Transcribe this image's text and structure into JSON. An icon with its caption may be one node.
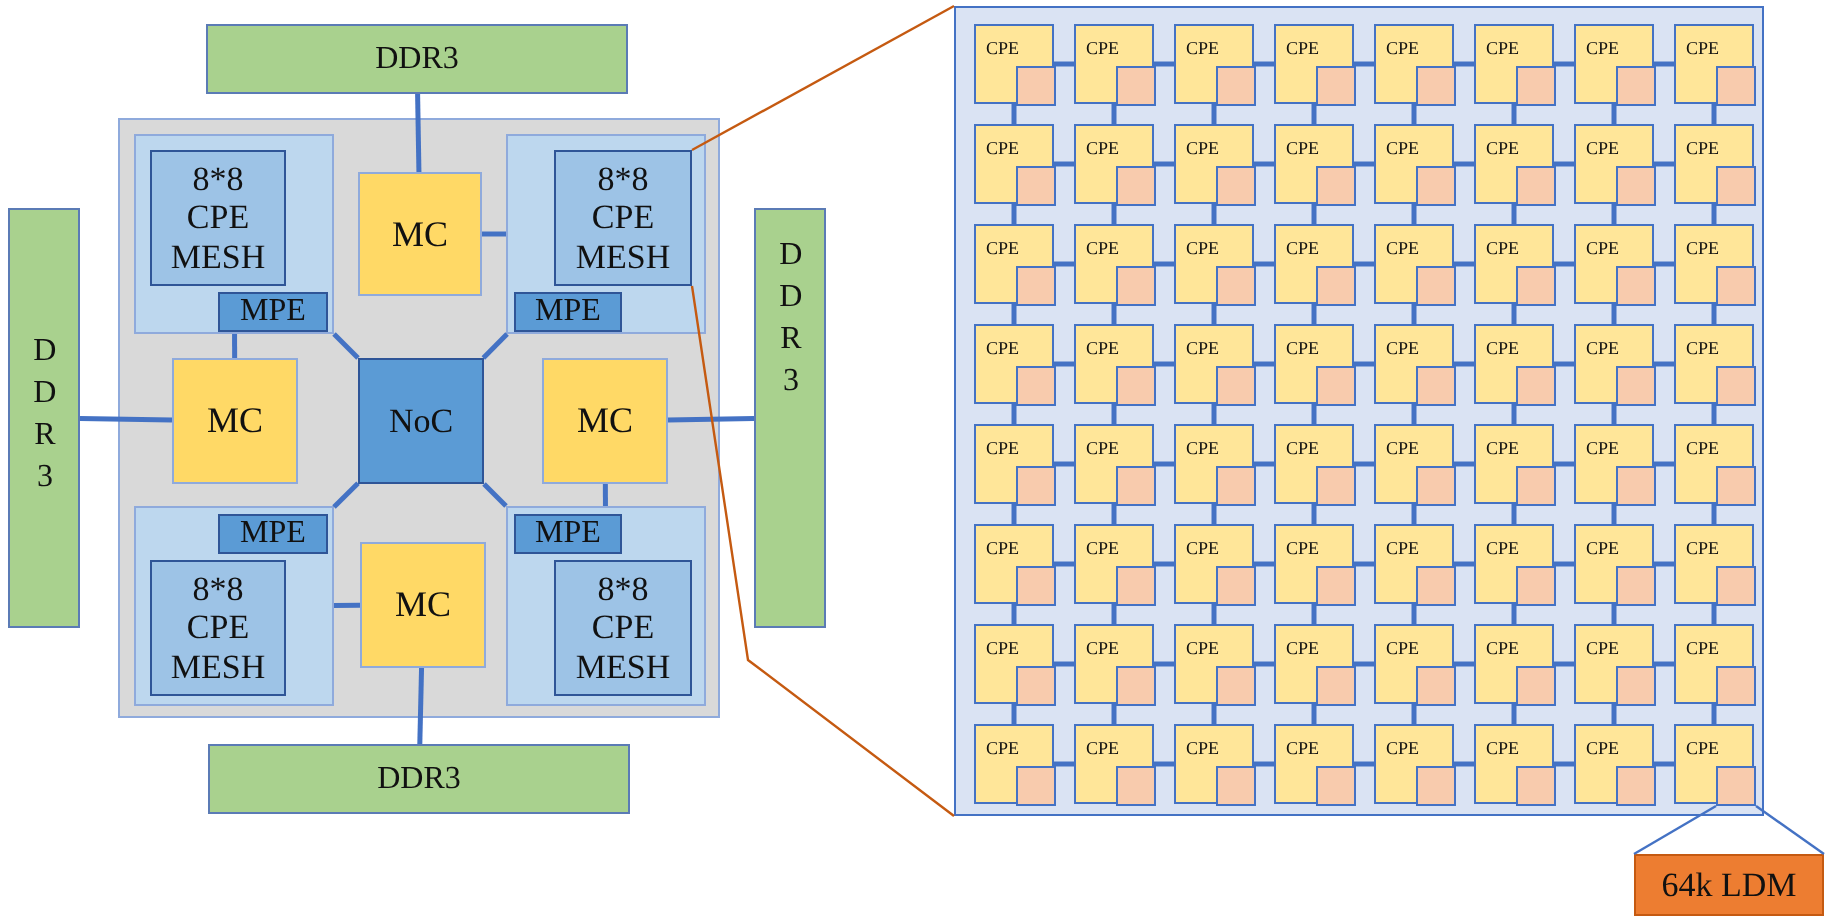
{
  "diagram": {
    "nodes": [
      {
        "text": [
          "DDR3"
        ]
      },
      {
        "text": [],
        "shape": "box"
      },
      {
        "text": [],
        "shape": "box",
        "in": 1
      },
      {
        "text": [
          "8*8 CPE MESH"
        ],
        "in": 2
      },
      {
        "text": [
          "MPE"
        ],
        "in": 2
      },
      {
        "text": [
          "MC"
        ],
        "in": 1
      },
      {
        "text": [],
        "shape": "box",
        "in": 1
      },
      {
        "text": [
          "8*8 CPE MESH"
        ],
        "in": 6
      },
      {
        "text": [
          "MPE"
        ],
        "in": 6
      },
      {
        "text": [
          "MC"
        ],
        "in": 1
      },
      {
        "text": [
          "NoC"
        ],
        "in": 1
      },
      {
        "text": [
          "MC"
        ],
        "in": 1
      },
      {
        "text": [],
        "shape": "box",
        "in": 1
      },
      {
        "text": [
          "MPE"
        ],
        "in": 12
      },
      {
        "text": [
          "8*8 CPE MESH"
        ],
        "in": 12
      },
      {
        "text": [
          "MC"
        ],
        "in": 1
      },
      {
        "text": [],
        "shape": "box",
        "in": 1
      },
      {
        "text": [
          "MPE"
        ],
        "in": 16
      },
      {
        "text": [
          "8*8 CPE MESH"
        ],
        "in": 16
      },
      {
        "text": [
          "DDR3"
        ]
      },
      {
        "text": [
          "DDR3"
        ]
      },
      {
        "text": [
          "DDR3"
        ]
      },
      {
        "text": [],
        "shape": "box"
      },
      {
        "text": [
          "CPE"
        ],
        "in": 22
      },
      {
        "text": [],
        "shape": "box",
        "in": 23
      },
      {
        "text": [
          "CPE"
        ],
        "in": 22
      },
      {
        "text": [],
        "shape": "box",
        "in": 25
      },
      {
        "text": [
          "CPE"
        ],
        "in": 22
      },
      {
        "text": [],
        "shape": "box",
        "in": 27
      },
      {
        "text": [
          "CPE"
        ],
        "in": 22
      },
      {
        "text": [],
        "shape": "box",
        "in": 29
      },
      {
        "text": [
          "CPE"
        ],
        "in": 22
      },
      {
        "text": [],
        "shape": "box",
        "in": 31
      },
      {
        "text": [
          "CPE"
        ],
        "in": 22
      },
      {
        "text": [],
        "shape": "box",
        "in": 33
      },
      {
        "text": [
          "CPE"
        ],
        "in": 22
      },
      {
        "text": [],
        "shape": "box",
        "in": 35
      },
      {
        "text": [
          "CPE"
        ],
        "in": 22
      },
      {
        "text": [],
        "shape": "box",
        "in": 37
      },
      {
        "text": [
          "CPE"
        ],
        "in": 22
      },
      {
        "text": [],
        "shape": "box",
        "in": 39
      },
      {
        "text": [
          "CPE"
        ],
        "in": 22
      },
      {
        "text": [],
        "shape": "box",
        "in": 41
      },
      {
        "text": [
          "CPE"
        ],
        "in": 22
      },
      {
        "text": [],
        "shape": "box",
        "in": 43
      },
      {
        "text": [
          "CPE"
        ],
        "in": 22
      },
      {
        "text": [],
        "shape": "box",
        "in": 45
      },
      {
        "text": [
          "CPE"
        ],
        "in": 22
      },
      {
        "text": [],
        "shape": "box",
        "in": 47
      },
      {
        "text": [
          "CPE"
        ],
        "in": 22
      },
      {
        "text": [],
        "shape": "box",
        "in": 49
      },
      {
        "text": [
          "CPE"
        ],
        "in": 22
      },
      {
        "text": [],
        "shape": "box",
        "in": 51
      },
      {
        "text": [
          "CPE"
        ],
        "in": 22
      },
      {
        "text": [],
        "shape": "box",
        "in": 53
      },
      {
        "text": [
          "CPE"
        ],
        "in": 22
      },
      {
        "text": [],
        "shape": "box",
        "in": 55
      },
      {
        "text": [
          "CPE"
        ],
        "in": 22
      },
      {
        "text": [],
        "shape": "box",
        "in": 57
      },
      {
        "text": [
          "CPE"
        ],
        "in": 22
      },
      {
        "text": [],
        "shape": "box",
        "in": 59
      },
      {
        "text": [
          "CPE"
        ],
        "in": 22
      },
      {
        "text": [],
        "shape": "box",
        "in": 61
      },
      {
        "text": [
          "CPE"
        ],
        "in": 22
      },
      {
        "text": [],
        "shape": "box",
        "in": 63
      },
      {
        "text": [
          "CPE"
        ],
        "in": 22
      },
      {
        "text": [],
        "shape": "box",
        "in": 65
      },
      {
        "text": [
          "CPE"
        ],
        "in": 22
      },
      {
        "text": [],
        "shape": "box",
        "in": 67
      },
      {
        "text": [
          "CPE"
        ],
        "in": 22
      },
      {
        "text": [],
        "shape": "box",
        "in": 69
      },
      {
        "text": [
          "CPE"
        ],
        "in": 22
      },
      {
        "text": [],
        "shape": "box",
        "in": 71
      },
      {
        "text": [
          "CPE"
        ],
        "in": 22
      },
      {
        "text": [],
        "shape": "box",
        "in": 73
      },
      {
        "text": [
          "CPE"
        ],
        "in": 22
      },
      {
        "text": [],
        "shape": "box",
        "in": 75
      },
      {
        "text": [
          "CPE"
        ],
        "in": 22
      },
      {
        "text": [],
        "shape": "box",
        "in": 77
      },
      {
        "text": [
          "CPE"
        ],
        "in": 22
      },
      {
        "text": [],
        "shape": "box",
        "in": 79
      },
      {
        "text": [
          "CPE"
        ],
        "in": 22
      },
      {
        "text": [],
        "shape": "box",
        "in": 81
      },
      {
        "text": [
          "CPE"
        ],
        "in": 22
      },
      {
        "text": [],
        "shape": "box",
        "in": 83
      },
      {
        "text": [
          "CPE"
        ],
        "in": 22
      },
      {
        "text": [],
        "shape": "box",
        "in": 85
      },
      {
        "text": [
          "CPE"
        ],
        "in": 22
      },
      {
        "text": [],
        "shape": "box",
        "in": 87
      },
      {
        "text": [
          "CPE"
        ],
        "in": 22
      },
      {
        "text": [],
        "shape": "box",
        "in": 89
      },
      {
        "text": [
          "CPE"
        ],
        "in": 22
      },
      {
        "text": [],
        "shape": "box",
        "in": 91
      },
      {
        "text": [
          "CPE"
        ],
        "in": 22
      },
      {
        "text": [],
        "shape": "box",
        "in": 93
      },
      {
        "text": [
          "CPE"
        ],
        "in": 22
      },
      {
        "text": [],
        "shape": "box",
        "in": 95
      },
      {
        "text": [
          "CPE"
        ],
        "in": 22
      },
      {
        "text": [],
        "shape": "box",
        "in": 97
      },
      {
        "text": [
          "CPE"
        ],
        "in": 22
      },
      {
        "text": [],
        "shape": "box",
        "in": 99
      },
      {
        "text": [
          "CPE"
        ],
        "in": 22
      },
      {
        "text": [],
        "shape": "box",
        "in": 101
      },
      {
        "text": [
          "CPE"
        ],
        "in": 22
      },
      {
        "text": [],
        "shape": "box",
        "in": 103
      },
      {
        "text": [
          "CPE"
        ],
        "in": 22
      },
      {
        "text": [],
        "shape": "box",
        "in": 105
      },
      {
        "text": [
          "CPE"
        ],
        "in": 22
      },
      {
        "text": [],
        "shape": "box",
        "in": 107
      },
      {
        "text": [
          "CPE"
        ],
        "in": 22
      },
      {
        "text": [],
        "shape": "box",
        "in": 109
      },
      {
        "text": [
          "CPE"
        ],
        "in": 22
      },
      {
        "text": [],
        "shape": "box",
        "in": 111
      },
      {
        "text": [
          "CPE"
        ],
        "in": 22
      },
      {
        "text": [],
        "shape": "box",
        "in": 113
      },
      {
        "text": [
          "CPE"
        ],
        "in": 22
      },
      {
        "text": [],
        "shape": "box",
        "in": 115
      },
      {
        "text": [
          "CPE"
        ],
        "in": 22
      },
      {
        "text": [],
        "shape": "box",
        "in": 117
      },
      {
        "text": [
          "CPE"
        ],
        "in": 22
      },
      {
        "text": [],
        "shape": "box",
        "in": 119
      },
      {
        "text": [
          "CPE"
        ],
        "in": 22
      },
      {
        "text": [],
        "shape": "box",
        "in": 121
      },
      {
        "text": [
          "CPE"
        ],
        "in": 22
      },
      {
        "text": [],
        "shape": "box",
        "in": 123
      },
      {
        "text": [
          "CPE"
        ],
        "in": 22
      },
      {
        "text": [],
        "shape": "box",
        "in": 125
      },
      {
        "text": [
          "CPE"
        ],
        "in": 22
      },
      {
        "text": [],
        "shape": "box",
        "in": 127
      },
      {
        "text": [
          "CPE"
        ],
        "in": 22
      },
      {
        "text": [],
        "shape": "box",
        "in": 129
      },
      {
        "text": [
          "CPE"
        ],
        "in": 22
      },
      {
        "text": [],
        "shape": "box",
        "in": 131
      },
      {
        "text": [
          "CPE"
        ],
        "in": 22
      },
      {
        "text": [],
        "shape": "box",
        "in": 133
      },
      {
        "text": [
          "CPE"
        ],
        "in": 22
      },
      {
        "text": [],
        "shape": "box",
        "in": 135
      },
      {
        "text": [
          "CPE"
        ],
        "in": 22
      },
      {
        "text": [],
        "shape": "box",
        "in": 137
      },
      {
        "text": [
          "CPE"
        ],
        "in": 22
      },
      {
        "text": [],
        "shape": "box",
        "in": 139
      },
      {
        "text": [
          "CPE"
        ],
        "in": 22
      },
      {
        "text": [],
        "shape": "box",
        "in": 141
      },
      {
        "text": [
          "CPE"
        ],
        "in": 22
      },
      {
        "text": [],
        "shape": "box",
        "in": 143
      },
      {
        "text": [
          "CPE"
        ],
        "in": 22
      },
      {
        "text": [],
        "shape": "box",
        "in": 145
      },
      {
        "text": [
          "CPE"
        ],
        "in": 22
      },
      {
        "text": [],
        "shape": "box",
        "in": 147
      },
      {
        "text": [
          "CPE"
        ],
        "in": 22
      },
      {
        "text": [],
        "shape": "box",
        "in": 149
      },
      {
        "text": [
          "64k LDM"
        ]
      }
    ],
    "edges": [
      {
        "from": 0,
        "to": 5,
        "arrow": "none"
      },
      {
        "from": 5,
        "to": 6,
        "arrow": "none"
      },
      {
        "from": 9,
        "to": 2,
        "arrow": "none"
      },
      {
        "from": 19,
        "to": 9,
        "arrow": "none"
      },
      {
        "from": 10,
        "to": 2,
        "arrow": "none"
      },
      {
        "from": 10,
        "to": 6,
        "arrow": "none"
      },
      {
        "from": 10,
        "to": 12,
        "arrow": "none"
      },
      {
        "from": 10,
        "to": 16,
        "arrow": "none"
      },
      {
        "from": 11,
        "to": 20,
        "arrow": "none"
      },
      {
        "from": 11,
        "to": 16,
        "arrow": "none"
      },
      {
        "from": 15,
        "to": 12,
        "arrow": "none"
      },
      {
        "from": 15,
        "to": 21,
        "arrow": "none"
      },
      {
        "from": 7,
        "to": 22,
        "arrow": "none",
        "color": "#c55a11"
      },
      {
        "from": 7,
        "to": 22,
        "arrow": "none",
        "color": "#c55a11"
      },
      {
        "from": 23,
        "to": 25,
        "arrow": "none"
      },
      {
        "from": 25,
        "to": 27,
        "arrow": "none"
      },
      {
        "from": 27,
        "to": 29,
        "arrow": "none"
      },
      {
        "from": 29,
        "to": 31,
        "arrow": "none"
      },
      {
        "from": 31,
        "to": 33,
        "arrow": "none"
      },
      {
        "from": 33,
        "to": 35,
        "arrow": "none"
      },
      {
        "from": 35,
        "to": 37,
        "arrow": "none"
      },
      {
        "from": 23,
        "to": 39,
        "arrow": "none"
      },
      {
        "from": 25,
        "to": 41,
        "arrow": "none"
      },
      {
        "from": 27,
        "to": 43,
        "arrow": "none"
      },
      {
        "from": 29,
        "to": 45,
        "arrow": "none"
      },
      {
        "from": 31,
        "to": 47,
        "arrow": "none"
      },
      {
        "from": 33,
        "to": 49,
        "arrow": "none"
      },
      {
        "from": 35,
        "to": 51,
        "arrow": "none"
      },
      {
        "from": 37,
        "to": 53,
        "arrow": "none"
      },
      {
        "from": 39,
        "to": 41,
        "arrow": "none"
      },
      {
        "from": 41,
        "to": 43,
        "arrow": "none"
      },
      {
        "from": 43,
        "to": 45,
        "arrow": "none"
      },
      {
        "from": 45,
        "to": 47,
        "arrow": "none"
      },
      {
        "from": 47,
        "to": 49,
        "arrow": "none"
      },
      {
        "from": 49,
        "to": 51,
        "arrow": "none"
      },
      {
        "from": 51,
        "to": 53,
        "arrow": "none"
      },
      {
        "from": 39,
        "to": 55,
        "arrow": "none"
      },
      {
        "from": 41,
        "to": 57,
        "arrow": "none"
      },
      {
        "from": 43,
        "to": 59,
        "arrow": "none"
      },
      {
        "from": 45,
        "to": 61,
        "arrow": "none"
      },
      {
        "from": 47,
        "to": 63,
        "arrow": "none"
      },
      {
        "from": 49,
        "to": 65,
        "arrow": "none"
      },
      {
        "from": 51,
        "to": 67,
        "arrow": "none"
      },
      {
        "from": 53,
        "to": 69,
        "arrow": "none"
      },
      {
        "from": 55,
        "to": 57,
        "arrow": "none"
      },
      {
        "from": 57,
        "to": 59,
        "arrow": "none"
      },
      {
        "from": 59,
        "to": 61,
        "arrow": "none"
      },
      {
        "from": 61,
        "to": 63,
        "arrow": "none"
      },
      {
        "from": 63,
        "to": 65,
        "arrow": "none"
      },
      {
        "from": 65,
        "to": 67,
        "arrow": "none"
      },
      {
        "from": 67,
        "to": 69,
        "arrow": "none"
      },
      {
        "from": 55,
        "to": 71,
        "arrow": "none"
      },
      {
        "from": 57,
        "to": 73,
        "arrow": "none"
      },
      {
        "from": 59,
        "to": 75,
        "arrow": "none"
      },
      {
        "from": 61,
        "to": 77,
        "arrow": "none"
      },
      {
        "from": 63,
        "to": 79,
        "arrow": "none"
      },
      {
        "from": 65,
        "to": 81,
        "arrow": "none"
      },
      {
        "from": 67,
        "to": 83,
        "arrow": "none"
      },
      {
        "from": 69,
        "to": 85,
        "arrow": "none"
      },
      {
        "from": 71,
        "to": 73,
        "arrow": "none"
      },
      {
        "from": 73,
        "to": 75,
        "arrow": "none"
      },
      {
        "from": 75,
        "to": 77,
        "arrow": "none"
      },
      {
        "from": 77,
        "to": 79,
        "arrow": "none"
      },
      {
        "from": 79,
        "to": 81,
        "arrow": "none"
      },
      {
        "from": 81,
        "to": 83,
        "arrow": "none"
      },
      {
        "from": 83,
        "to": 85,
        "arrow": "none"
      },
      {
        "from": 71,
        "to": 87,
        "arrow": "none"
      },
      {
        "from": 73,
        "to": 89,
        "arrow": "none"
      },
      {
        "from": 75,
        "to": 91,
        "arrow": "none"
      },
      {
        "from": 77,
        "to": 93,
        "arrow": "none"
      },
      {
        "from": 79,
        "to": 95,
        "arrow": "none"
      },
      {
        "from": 81,
        "to": 97,
        "arrow": "none"
      },
      {
        "from": 83,
        "to": 99,
        "arrow": "none"
      },
      {
        "from": 85,
        "to": 101,
        "arrow": "none"
      },
      {
        "from": 87,
        "to": 89,
        "arrow": "none"
      },
      {
        "from": 89,
        "to": 91,
        "arrow": "none"
      },
      {
        "from": 91,
        "to": 93,
        "arrow": "none"
      },
      {
        "from": 93,
        "to": 95,
        "arrow": "none"
      },
      {
        "from": 95,
        "to": 97,
        "arrow": "none"
      },
      {
        "from": 97,
        "to": 99,
        "arrow": "none"
      },
      {
        "from": 99,
        "to": 101,
        "arrow": "none"
      },
      {
        "from": 87,
        "to": 103,
        "arrow": "none"
      },
      {
        "from": 89,
        "to": 105,
        "arrow": "none"
      },
      {
        "from": 91,
        "to": 107,
        "arrow": "none"
      },
      {
        "from": 93,
        "to": 109,
        "arrow": "none"
      },
      {
        "from": 95,
        "to": 111,
        "arrow": "none"
      },
      {
        "from": 97,
        "to": 113,
        "arrow": "none"
      },
      {
        "from": 99,
        "to": 115,
        "arrow": "none"
      },
      {
        "from": 101,
        "to": 117,
        "arrow": "none"
      },
      {
        "from": 103,
        "to": 105,
        "arrow": "none"
      },
      {
        "from": 105,
        "to": 107,
        "arrow": "none"
      },
      {
        "from": 107,
        "to": 109,
        "arrow": "none"
      },
      {
        "from": 109,
        "to": 111,
        "arrow": "none"
      },
      {
        "from": 111,
        "to": 113,
        "arrow": "none"
      },
      {
        "from": 113,
        "to": 115,
        "arrow": "none"
      },
      {
        "from": 115,
        "to": 117,
        "arrow": "none"
      },
      {
        "from": 103,
        "to": 119,
        "arrow": "none"
      },
      {
        "from": 105,
        "to": 121,
        "arrow": "none"
      },
      {
        "from": 107,
        "to": 123,
        "arrow": "none"
      },
      {
        "from": 109,
        "to": 125,
        "arrow": "none"
      },
      {
        "from": 111,
        "to": 127,
        "arrow": "none"
      },
      {
        "from": 113,
        "to": 129,
        "arrow": "none"
      },
      {
        "from": 115,
        "to": 131,
        "arrow": "none"
      },
      {
        "from": 117,
        "to": 133,
        "arrow": "none"
      },
      {
        "from": 119,
        "to": 121,
        "arrow": "none"
      },
      {
        "from": 121,
        "to": 123,
        "arrow": "none"
      },
      {
        "from": 123,
        "to": 125,
        "arrow": "none"
      },
      {
        "from": 125,
        "to": 127,
        "arrow": "none"
      },
      {
        "from": 127,
        "to": 129,
        "arrow": "none"
      },
      {
        "from": 129,
        "to": 131,
        "arrow": "none"
      },
      {
        "from": 131,
        "to": 133,
        "arrow": "none"
      },
      {
        "from": 119,
        "to": 135,
        "arrow": "none"
      },
      {
        "from": 121,
        "to": 137,
        "arrow": "none"
      },
      {
        "from": 123,
        "to": 139,
        "arrow": "none"
      },
      {
        "from": 125,
        "to": 141,
        "arrow": "none"
      },
      {
        "from": 127,
        "to": 143,
        "arrow": "none"
      },
      {
        "from": 129,
        "to": 145,
        "arrow": "none"
      },
      {
        "from": 131,
        "to": 147,
        "arrow": "none"
      },
      {
        "from": 133,
        "to": 149,
        "arrow": "none"
      },
      {
        "from": 135,
        "to": 137,
        "arrow": "none"
      },
      {
        "from": 137,
        "to": 139,
        "arrow": "none"
      },
      {
        "from": 139,
        "to": 141,
        "arrow": "none"
      },
      {
        "from": 141,
        "to": 143,
        "arrow": "none"
      },
      {
        "from": 143,
        "to": 145,
        "arrow": "none"
      },
      {
        "from": 145,
        "to": 147,
        "arrow": "none"
      },
      {
        "from": 147,
        "to": 149,
        "arrow": "none"
      },
      {
        "from": 151,
        "to": 150,
        "arrow": "none"
      },
      {
        "from": 151,
        "to": 150,
        "arrow": "none"
      }
    ]
  }
}
